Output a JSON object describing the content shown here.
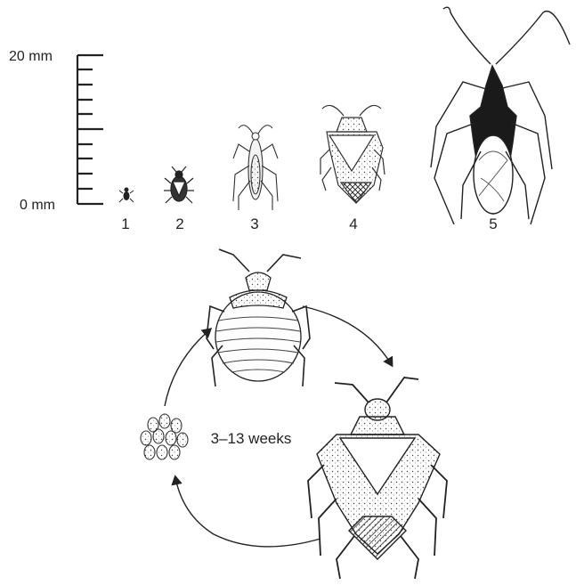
{
  "scale": {
    "top_label": "20 mm",
    "bottom_label": "0 mm"
  },
  "specimens": [
    {
      "number": "1",
      "subject": "egg-stage-bug-icon"
    },
    {
      "number": "2",
      "subject": "early-nymph-bug-icon"
    },
    {
      "number": "3",
      "subject": "slender-adult-bug-icon"
    },
    {
      "number": "4",
      "subject": "stink-bug-icon"
    },
    {
      "number": "5",
      "subject": "assassin-bug-icon"
    }
  ],
  "life_cycle": {
    "duration_label": "3–13 weeks",
    "stages": [
      "egg-cluster-icon",
      "nymph-icon",
      "adult-bug-icon"
    ]
  },
  "colors": {
    "ink": "#222222",
    "shade": "#555555",
    "dark": "#111111"
  }
}
